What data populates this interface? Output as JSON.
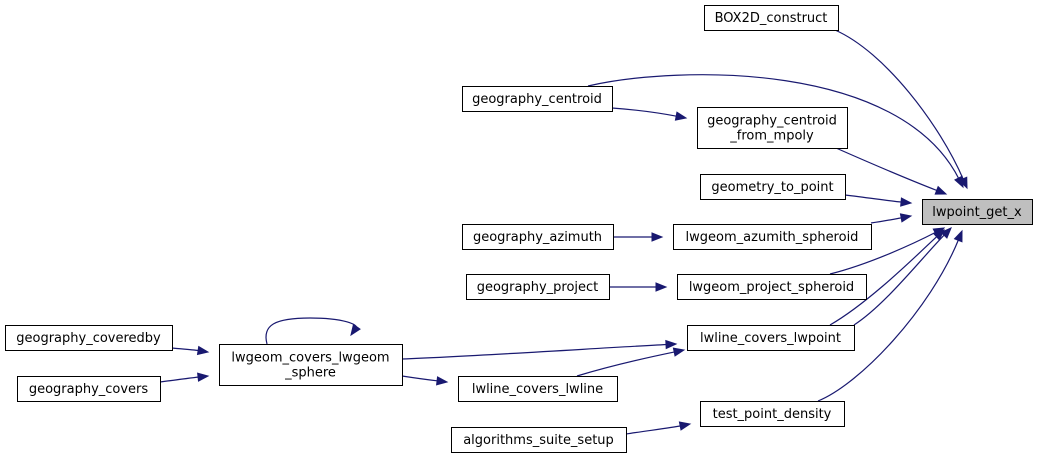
{
  "diagram": {
    "nodes": [
      {
        "id": "lwpoint_get_x",
        "lines": [
          "lwpoint_get_x"
        ],
        "highlight": true
      },
      {
        "id": "BOX2D_construct",
        "lines": [
          "BOX2D_construct"
        ]
      },
      {
        "id": "geography_centroid",
        "lines": [
          "geography_centroid"
        ]
      },
      {
        "id": "geography_centroid_from_mpoly",
        "lines": [
          "geography_centroid",
          "_from_mpoly"
        ]
      },
      {
        "id": "geometry_to_point",
        "lines": [
          "geometry_to_point"
        ]
      },
      {
        "id": "geography_azimuth",
        "lines": [
          "geography_azimuth"
        ]
      },
      {
        "id": "lwgeom_azumith_spheroid",
        "lines": [
          "lwgeom_azumith_spheroid"
        ]
      },
      {
        "id": "geography_project",
        "lines": [
          "geography_project"
        ]
      },
      {
        "id": "lwgeom_project_spheroid",
        "lines": [
          "lwgeom_project_spheroid"
        ]
      },
      {
        "id": "geography_coveredby",
        "lines": [
          "geography_coveredby"
        ]
      },
      {
        "id": "lwgeom_covers_lwgeom_sphere",
        "lines": [
          "lwgeom_covers_lwgeom",
          "_sphere"
        ]
      },
      {
        "id": "lwline_covers_lwpoint",
        "lines": [
          "lwline_covers_lwpoint"
        ]
      },
      {
        "id": "geography_covers",
        "lines": [
          "geography_covers"
        ]
      },
      {
        "id": "lwline_covers_lwline",
        "lines": [
          "lwline_covers_lwline"
        ]
      },
      {
        "id": "test_point_density",
        "lines": [
          "test_point_density"
        ]
      },
      {
        "id": "algorithms_suite_setup",
        "lines": [
          "algorithms_suite_setup"
        ]
      }
    ],
    "edges": [
      {
        "from": "BOX2D_construct",
        "to": "lwpoint_get_x"
      },
      {
        "from": "geography_centroid",
        "to": "lwpoint_get_x"
      },
      {
        "from": "geography_centroid",
        "to": "geography_centroid_from_mpoly"
      },
      {
        "from": "geography_centroid_from_mpoly",
        "to": "lwpoint_get_x"
      },
      {
        "from": "geometry_to_point",
        "to": "lwpoint_get_x"
      },
      {
        "from": "geography_azimuth",
        "to": "lwgeom_azumith_spheroid"
      },
      {
        "from": "lwgeom_azumith_spheroid",
        "to": "lwpoint_get_x"
      },
      {
        "from": "geography_project",
        "to": "lwgeom_project_spheroid"
      },
      {
        "from": "lwgeom_project_spheroid",
        "to": "lwpoint_get_x"
      },
      {
        "from": "geography_coveredby",
        "to": "lwgeom_covers_lwgeom_sphere"
      },
      {
        "from": "lwgeom_covers_lwgeom_sphere",
        "to": "lwgeom_covers_lwgeom_sphere"
      },
      {
        "from": "lwgeom_covers_lwgeom_sphere",
        "to": "lwline_covers_lwpoint"
      },
      {
        "from": "lwgeom_covers_lwgeom_sphere",
        "to": "lwpoint_get_x"
      },
      {
        "from": "lwgeom_covers_lwgeom_sphere",
        "to": "lwline_covers_lwline"
      },
      {
        "from": "lwline_covers_lwpoint",
        "to": "lwpoint_get_x"
      },
      {
        "from": "geography_covers",
        "to": "lwgeom_covers_lwgeom_sphere"
      },
      {
        "from": "lwline_covers_lwline",
        "to": "lwline_covers_lwpoint"
      },
      {
        "from": "test_point_density",
        "to": "lwpoint_get_x"
      },
      {
        "from": "algorithms_suite_setup",
        "to": "test_point_density"
      }
    ]
  }
}
